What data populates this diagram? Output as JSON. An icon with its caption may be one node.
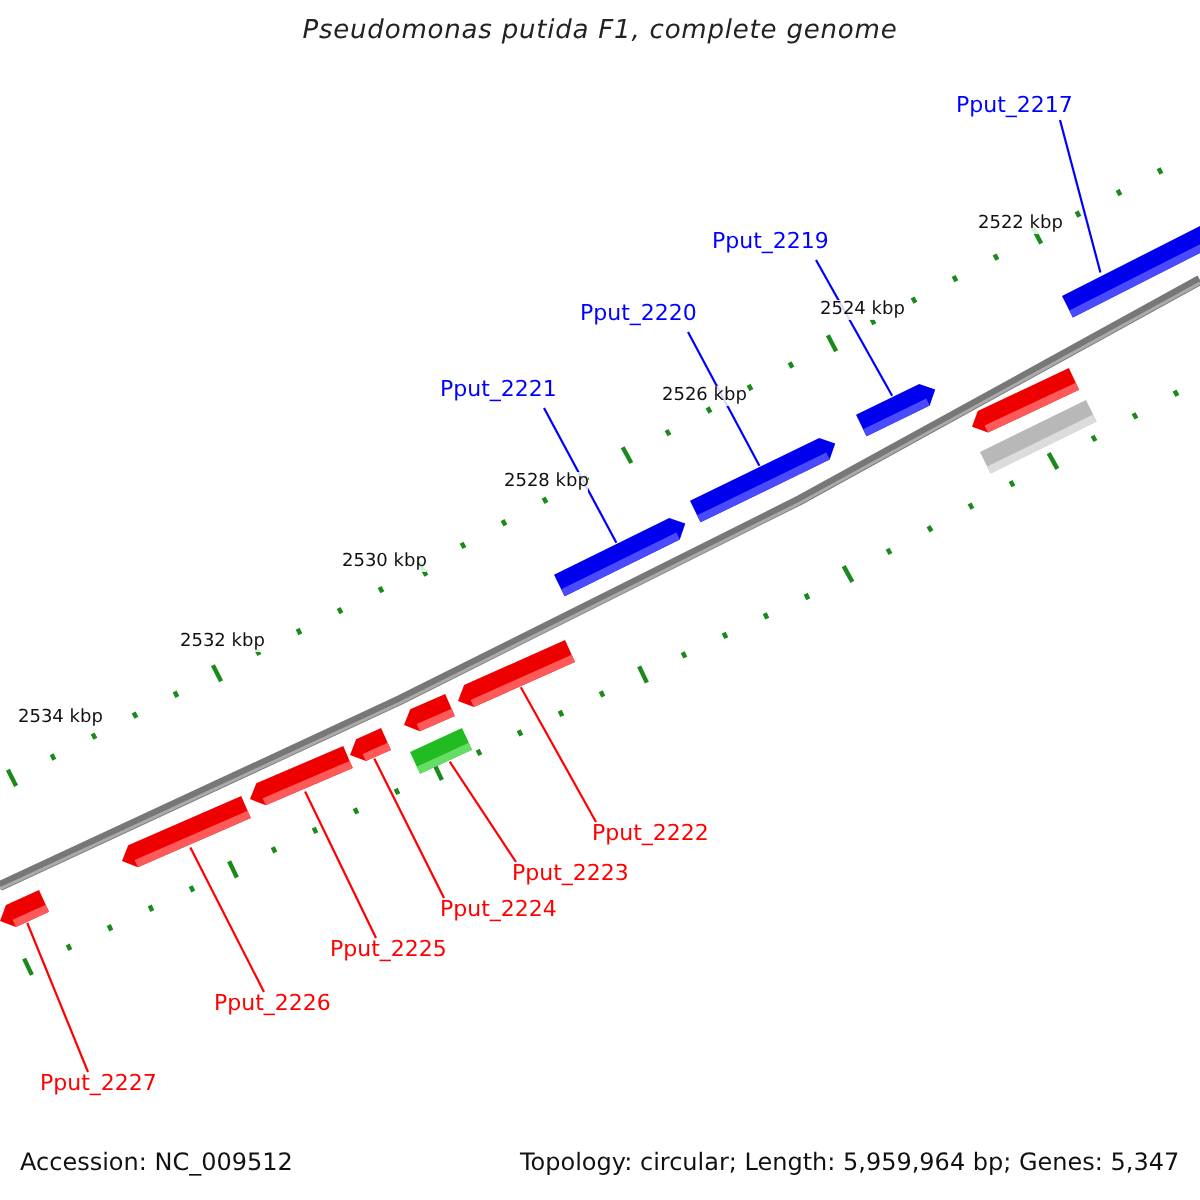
{
  "diagram": {
    "title": "Pseudomonas putida F1, complete genome",
    "nodes": [
      {
        "text": [
          "Pput_2217"
        ]
      },
      {
        "text": [
          "Pput_2219"
        ]
      },
      {
        "text": [
          "Pput_2220"
        ]
      },
      {
        "text": [
          "Pput_2221"
        ]
      },
      {
        "text": [
          "Pput_2222"
        ]
      },
      {
        "text": [
          "Pput_2223"
        ]
      },
      {
        "text": [
          "Pput_2224"
        ]
      },
      {
        "text": [
          "Pput_2225"
        ]
      },
      {
        "text": [
          "Pput_2226"
        ]
      },
      {
        "text": [
          "Pput_2227"
        ]
      },
      {
        "text": [],
        "shape": "bar"
      },
      {
        "text": [],
        "shape": "bar"
      },
      {
        "text": [],
        "shape": "bar"
      },
      {
        "text": [],
        "shape": "bar"
      },
      {
        "text": [],
        "shape": "bar"
      },
      {
        "text": [],
        "shape": "bar"
      },
      {
        "text": [],
        "shape": "bar"
      },
      {
        "text": [],
        "shape": "bar"
      },
      {
        "text": [],
        "shape": "bar"
      },
      {
        "text": [],
        "shape": "bar"
      },
      {
        "text": [],
        "shape": "bar"
      },
      {
        "text": [],
        "shape": "bar"
      },
      {
        "text": [],
        "shape": "bar"
      }
    ],
    "edges": [
      {
        "from": 0,
        "to": 22,
        "arrow": "none",
        "color": "#0000ff"
      },
      {
        "from": 1,
        "to": 19,
        "arrow": "none",
        "color": "#0000ff"
      },
      {
        "from": 2,
        "to": 18,
        "arrow": "none",
        "color": "#0000ff"
      },
      {
        "from": 3,
        "to": 17,
        "arrow": "none",
        "color": "#0000ff"
      },
      {
        "from": 4,
        "to": 16,
        "arrow": "none"
      },
      {
        "from": 5,
        "to": 15,
        "arrow": "none"
      },
      {
        "from": 6,
        "to": 13,
        "arrow": "none"
      },
      {
        "from": 7,
        "to": 12,
        "arrow": "none"
      },
      {
        "from": 8,
        "to": 11,
        "arrow": "none"
      },
      {
        "from": 9,
        "to": 10,
        "arrow": "none"
      }
    ],
    "labels": [
      "2522 kbp",
      "2524 kbp",
      "2526 kbp",
      "2528 kbp",
      "2530 kbp",
      "2532 kbp",
      "2534 kbp",
      "Accession: NC_009512",
      "Topology: circular; Length: 5,959,964 bp; Genes: 5,347"
    ]
  }
}
